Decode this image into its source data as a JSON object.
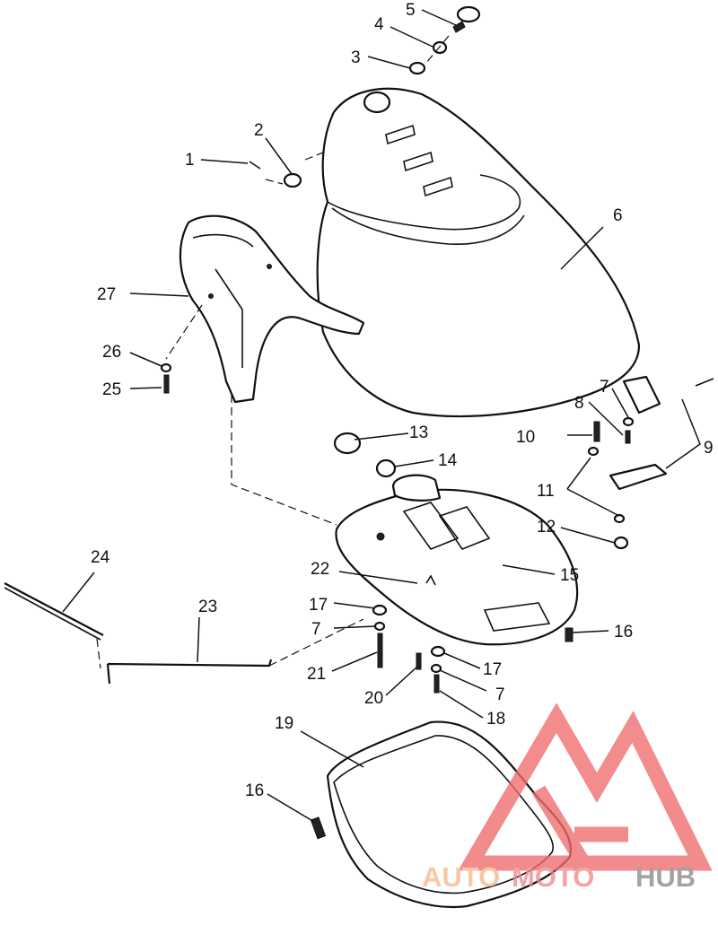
{
  "diagram": {
    "callouts": [
      {
        "id": "c1",
        "text": "1"
      },
      {
        "id": "c2",
        "text": "2"
      },
      {
        "id": "c3",
        "text": "3"
      },
      {
        "id": "c4",
        "text": "4"
      },
      {
        "id": "c5",
        "text": "5"
      },
      {
        "id": "c6",
        "text": "6"
      },
      {
        "id": "c7a",
        "text": "7"
      },
      {
        "id": "c7b",
        "text": "7"
      },
      {
        "id": "c7c",
        "text": "7"
      },
      {
        "id": "c8",
        "text": "8"
      },
      {
        "id": "c9",
        "text": "9"
      },
      {
        "id": "c10",
        "text": "10"
      },
      {
        "id": "c11",
        "text": "11"
      },
      {
        "id": "c12",
        "text": "12"
      },
      {
        "id": "c13",
        "text": "13"
      },
      {
        "id": "c14",
        "text": "14"
      },
      {
        "id": "c15",
        "text": "15"
      },
      {
        "id": "c16a",
        "text": "16"
      },
      {
        "id": "c16b",
        "text": "16"
      },
      {
        "id": "c17a",
        "text": "17"
      },
      {
        "id": "c17b",
        "text": "17"
      },
      {
        "id": "c18",
        "text": "18"
      },
      {
        "id": "c19",
        "text": "19"
      },
      {
        "id": "c20",
        "text": "20"
      },
      {
        "id": "c21",
        "text": "21"
      },
      {
        "id": "c22",
        "text": "22"
      },
      {
        "id": "c23",
        "text": "23"
      },
      {
        "id": "c24",
        "text": "24"
      },
      {
        "id": "c25",
        "text": "25"
      },
      {
        "id": "c26",
        "text": "26"
      },
      {
        "id": "c27",
        "text": "27"
      }
    ]
  },
  "watermark": {
    "part1": "AUTO",
    "part2": "MOTO",
    "part3": "HUB",
    "colors": {
      "auto": "#f6b98a",
      "moto": "#f08a8a",
      "hub": "#8a8a8a",
      "logo": "#ef6b6b"
    }
  }
}
